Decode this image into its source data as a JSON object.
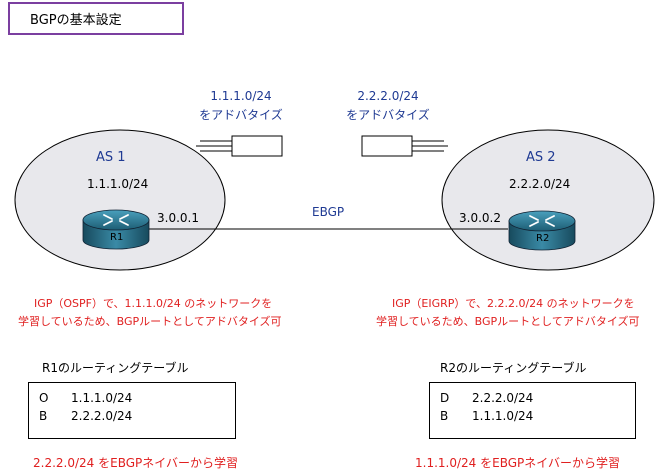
{
  "title": "BGPの基本設定",
  "left": {
    "advert_prefix": "1.1.1.0/24",
    "advert_text": "をアドバタイズ",
    "as_label": "AS 1",
    "network": "1.1.1.0/24",
    "router_name": "R1",
    "interface_ip": "3.0.0.1",
    "igp_note_line1": "IGP（OSPF）で、1.1.1.0/24 のネットワークを",
    "igp_note_line2": "学習しているため、BGPルートとしてアドバタイズ可",
    "table_title": "R1のルーティングテーブル",
    "routes": [
      {
        "code": "O",
        "prefix": "1.1.1.0/24"
      },
      {
        "code": "B",
        "prefix": "2.2.2.0/24"
      }
    ],
    "bottom_note": "2.2.2.0/24 をEBGPネイバーから学習"
  },
  "right": {
    "advert_prefix": "2.2.2.0/24",
    "advert_text": "をアドバタイズ",
    "as_label": "AS 2",
    "network": "2.2.2.0/24",
    "router_name": "R2",
    "interface_ip": "3.0.0.2",
    "igp_note_line1": "IGP（EIGRP）で、2.2.2.0/24 のネットワークを",
    "igp_note_line2": "学習しているため、BGPルートとしてアドバタイズ可",
    "table_title": "R2のルーティングテーブル",
    "routes": [
      {
        "code": "D",
        "prefix": "2.2.2.0/24"
      },
      {
        "code": "B",
        "prefix": "1.1.1.0/24"
      }
    ],
    "bottom_note": "1.1.1.0/24 をEBGPネイバーから学習"
  },
  "link_label": "EBGP",
  "colors": {
    "title_border": "#7b3fa0",
    "blue_text": "#1f3a93",
    "red_text": "#e02020",
    "cloud_fill": "#e8e8ec",
    "router_fill": "#2c6f86"
  }
}
